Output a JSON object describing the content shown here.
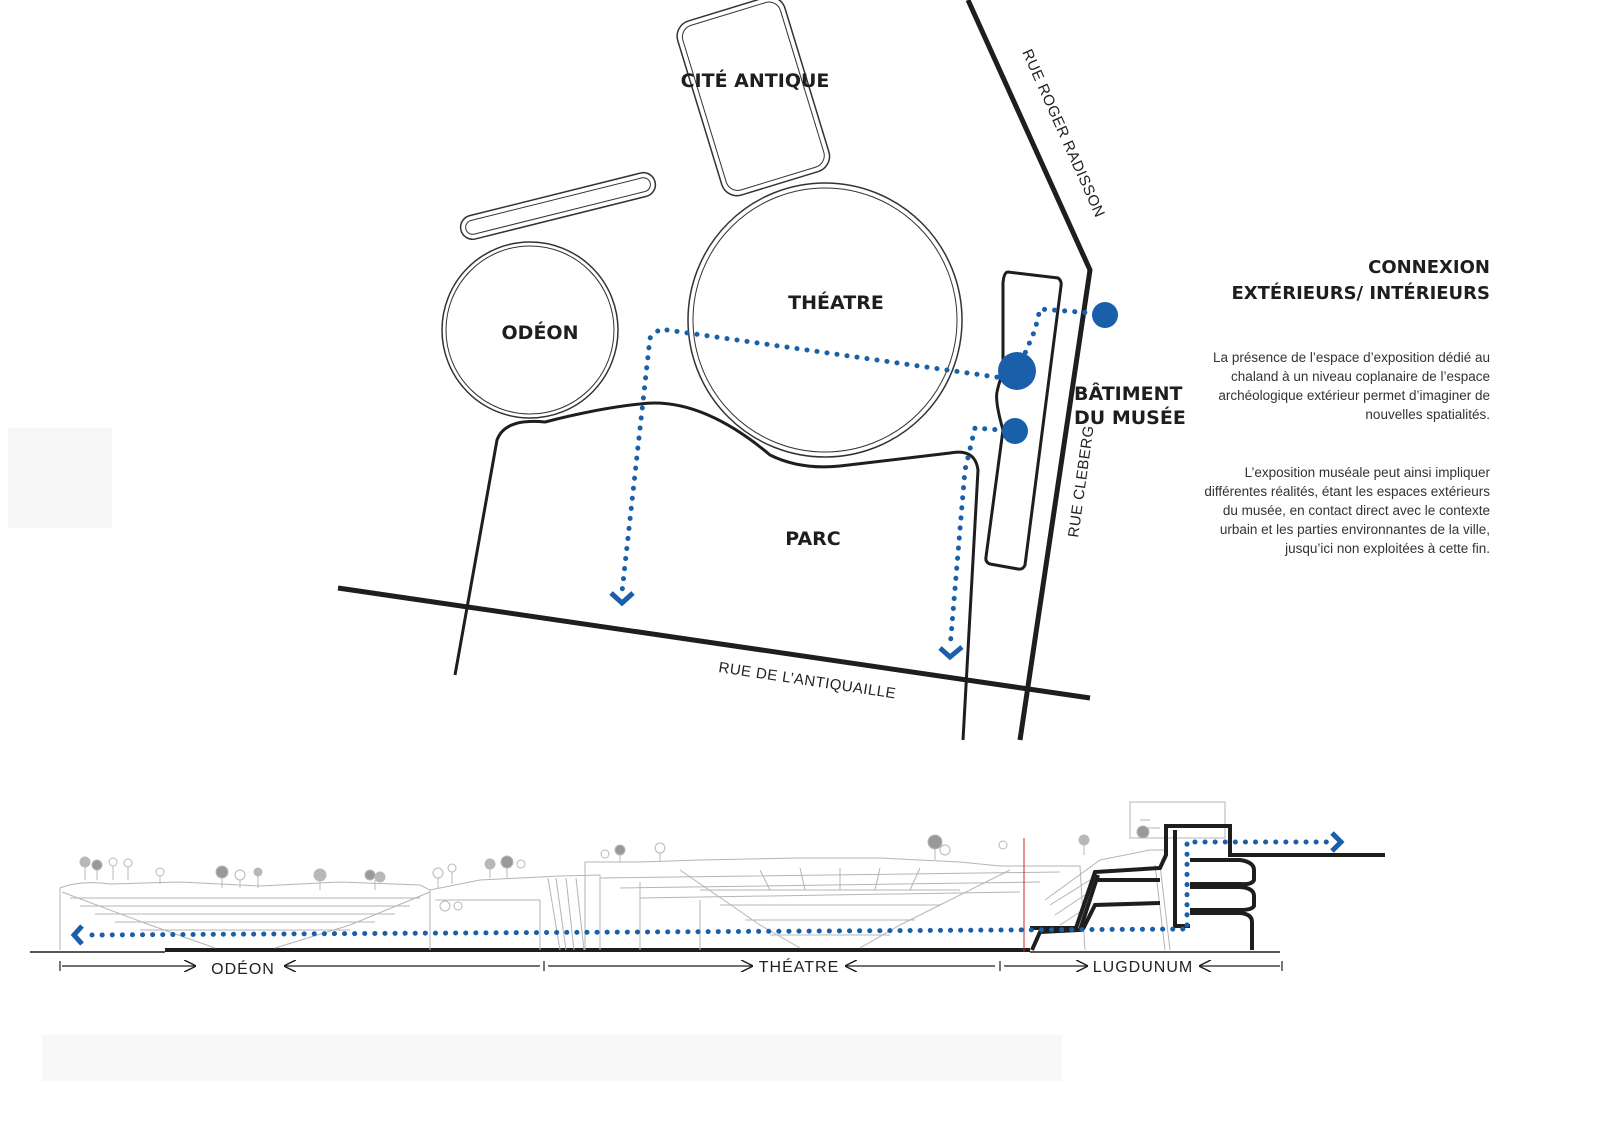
{
  "plan": {
    "labels": {
      "cite_antique": "CITÉ ANTIQUE",
      "odeon": "ODÉON",
      "theatre": "THÉATRE",
      "parc": "PARC",
      "batiment_line1": "BÂTIMENT",
      "batiment_line2": "DU MUSÉE"
    },
    "streets": {
      "roger_radisson": "RUE ROGER RADISSON",
      "cleberg": "RUE CLEBERG",
      "antiquaille": "RUE DE L’ANTIQUAILLE"
    }
  },
  "sidebar": {
    "title_line1": "CONNEXION",
    "title_line2": "EXTÉRIEURS/ INTÉRIEURS",
    "paragraph1": "La présence de l’espace d’exposition dédié au chaland à un niveau coplanaire de l’espace archéologique extérieur permet d’imaginer de nouvelles spatialités.",
    "paragraph2": "L’exposition muséale peut ainsi impliquer différentes réalités, étant les espaces extérieurs du musée, en contact direct avec le contexte urbain et les parties environnantes de la ville, jusqu’ici non exploitées à cette fin."
  },
  "section": {
    "odeon": "ODÉON",
    "theatre": "THÉATRE",
    "lugdunum": "LUGDUNUM"
  },
  "colors": {
    "path_blue": "#1a5faa",
    "line_dark": "#1e1e1e",
    "line_light": "#b5b5b5",
    "marker_red": "#cc2222"
  }
}
